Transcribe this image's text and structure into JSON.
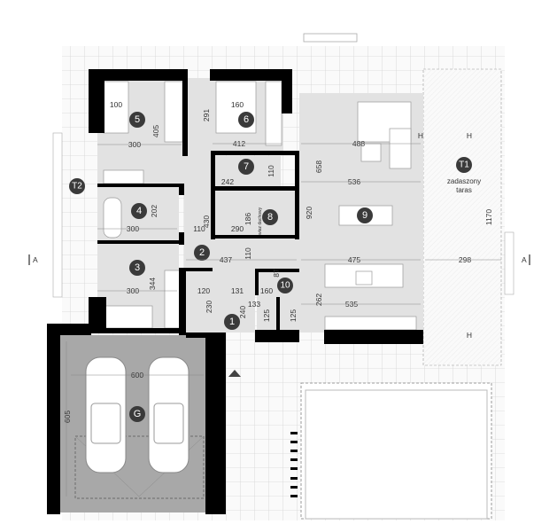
{
  "plan": {
    "colors": {
      "wall": "#000000",
      "room": "#e2e2e2",
      "garage": "#a8a8a8",
      "label_circle": "#3a3a3a",
      "terrace_grid": "#d4d4d4"
    },
    "rooms": [
      {
        "id": "5",
        "dims": [
          "100",
          "405",
          "300"
        ]
      },
      {
        "id": "6",
        "dims": [
          "160",
          "291",
          "412"
        ]
      },
      {
        "id": "7",
        "dims": [
          "242",
          "110"
        ]
      },
      {
        "id": "4",
        "dims": [
          "202",
          "300"
        ]
      },
      {
        "id": "8",
        "dims": [
          "186",
          "290"
        ],
        "note": "właz dachowy"
      },
      {
        "id": "9",
        "dims": [
          "488",
          "536",
          "475",
          "535",
          "658",
          "920",
          "262"
        ]
      },
      {
        "id": "2",
        "dims": [
          "430",
          "110",
          "437",
          "110"
        ]
      },
      {
        "id": "3",
        "dims": [
          "344",
          "300"
        ]
      },
      {
        "id": "10",
        "dims": [
          "87",
          "160"
        ]
      },
      {
        "id": "1",
        "dims": [
          "120",
          "131",
          "230",
          "240",
          "133",
          "125",
          "125"
        ]
      },
      {
        "id": "T1",
        "dims": [
          "298",
          "1170"
        ],
        "note_line1": "zadaszony",
        "note_line2": "taras"
      },
      {
        "id": "T2"
      },
      {
        "id": "G",
        "dims": [
          "600",
          "605"
        ]
      }
    ],
    "section_marks": {
      "left": "A",
      "right": "A"
    },
    "terrace_marks": "H"
  }
}
